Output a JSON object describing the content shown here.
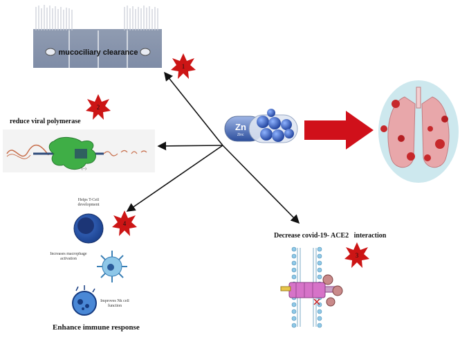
{
  "center": {
    "pill_symbol": "Zn",
    "pill_text": "Zinc"
  },
  "mechanisms": [
    {
      "badge": "1",
      "label": "mucociliary clearance"
    },
    {
      "badge": "2",
      "label": "reduce viral polymerase"
    },
    {
      "badge": "3",
      "label": "Decrease covid-19- ACE2   interaction"
    },
    {
      "badge": "4",
      "label": "Enhance immune response"
    }
  ],
  "immune_notes": {
    "tcell": "Helps T-Cell development",
    "macrophage": "Increases macrophage activation",
    "nk": "Improves Nk cell function"
  },
  "polymerase_note": "(--)",
  "colors": {
    "arrow_red": "#d0101a",
    "badge_red": "#cc1515",
    "pill_blue": "#2a4f9e",
    "lung_bg": "#cde8ee"
  }
}
